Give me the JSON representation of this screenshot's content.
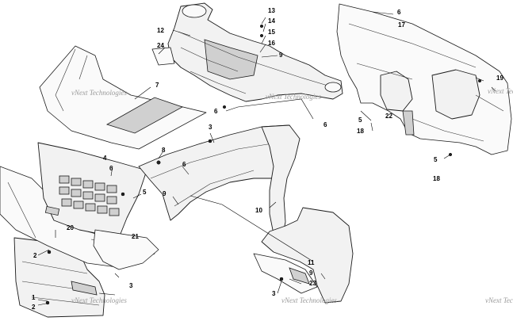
{
  "watermark": "vNext Technologies",
  "callouts": {
    "c1": "1",
    "c2a": "2",
    "c2b": "2",
    "c3a": "3",
    "c3b": "3",
    "c3c": "3",
    "c4": "4",
    "c5a": "5",
    "c5b": "5",
    "c5c": "5",
    "c6a": "6",
    "c6b": "6",
    "c6c": "6",
    "c6d": "6",
    "c6e": "6",
    "c7": "7",
    "c8": "8",
    "c9a": "9",
    "c9b": "9",
    "c9c": "9",
    "c10": "10",
    "c11": "11",
    "c12": "12",
    "c13": "13",
    "c14": "14",
    "c15": "15",
    "c16": "16",
    "c17": "17",
    "c18a": "18",
    "c18b": "18",
    "c19": "19",
    "c20": "20",
    "c21": "21",
    "c22": "22",
    "c23": "23",
    "c24": "24"
  }
}
